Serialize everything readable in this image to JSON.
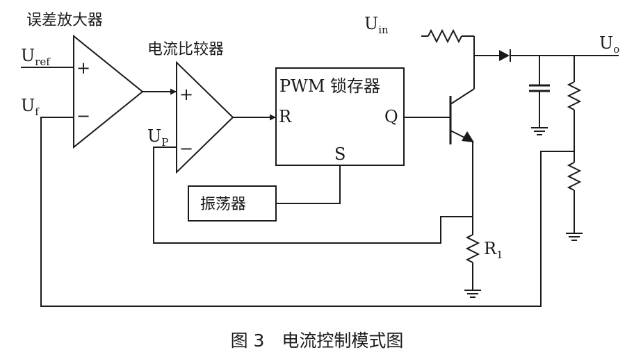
{
  "labels": {
    "error_amp": "误差放大器",
    "current_comp": "电流比较器",
    "latch": "PWM 锁存器",
    "oscillator": "振荡器",
    "latch_r": "R",
    "latch_q": "Q",
    "latch_s": "S",
    "plus": "+",
    "minus": "−",
    "uref_main": "U",
    "uref_sub": "ref",
    "uf_main": "U",
    "uf_sub": "f",
    "up_main": "U",
    "up_sub": "P",
    "uin_main": "U",
    "uin_sub": "in",
    "uo_main": "U",
    "uo_sub": "o",
    "r1_main": "R",
    "r1_sub": "1"
  },
  "caption": "图 3　电流控制模式图"
}
